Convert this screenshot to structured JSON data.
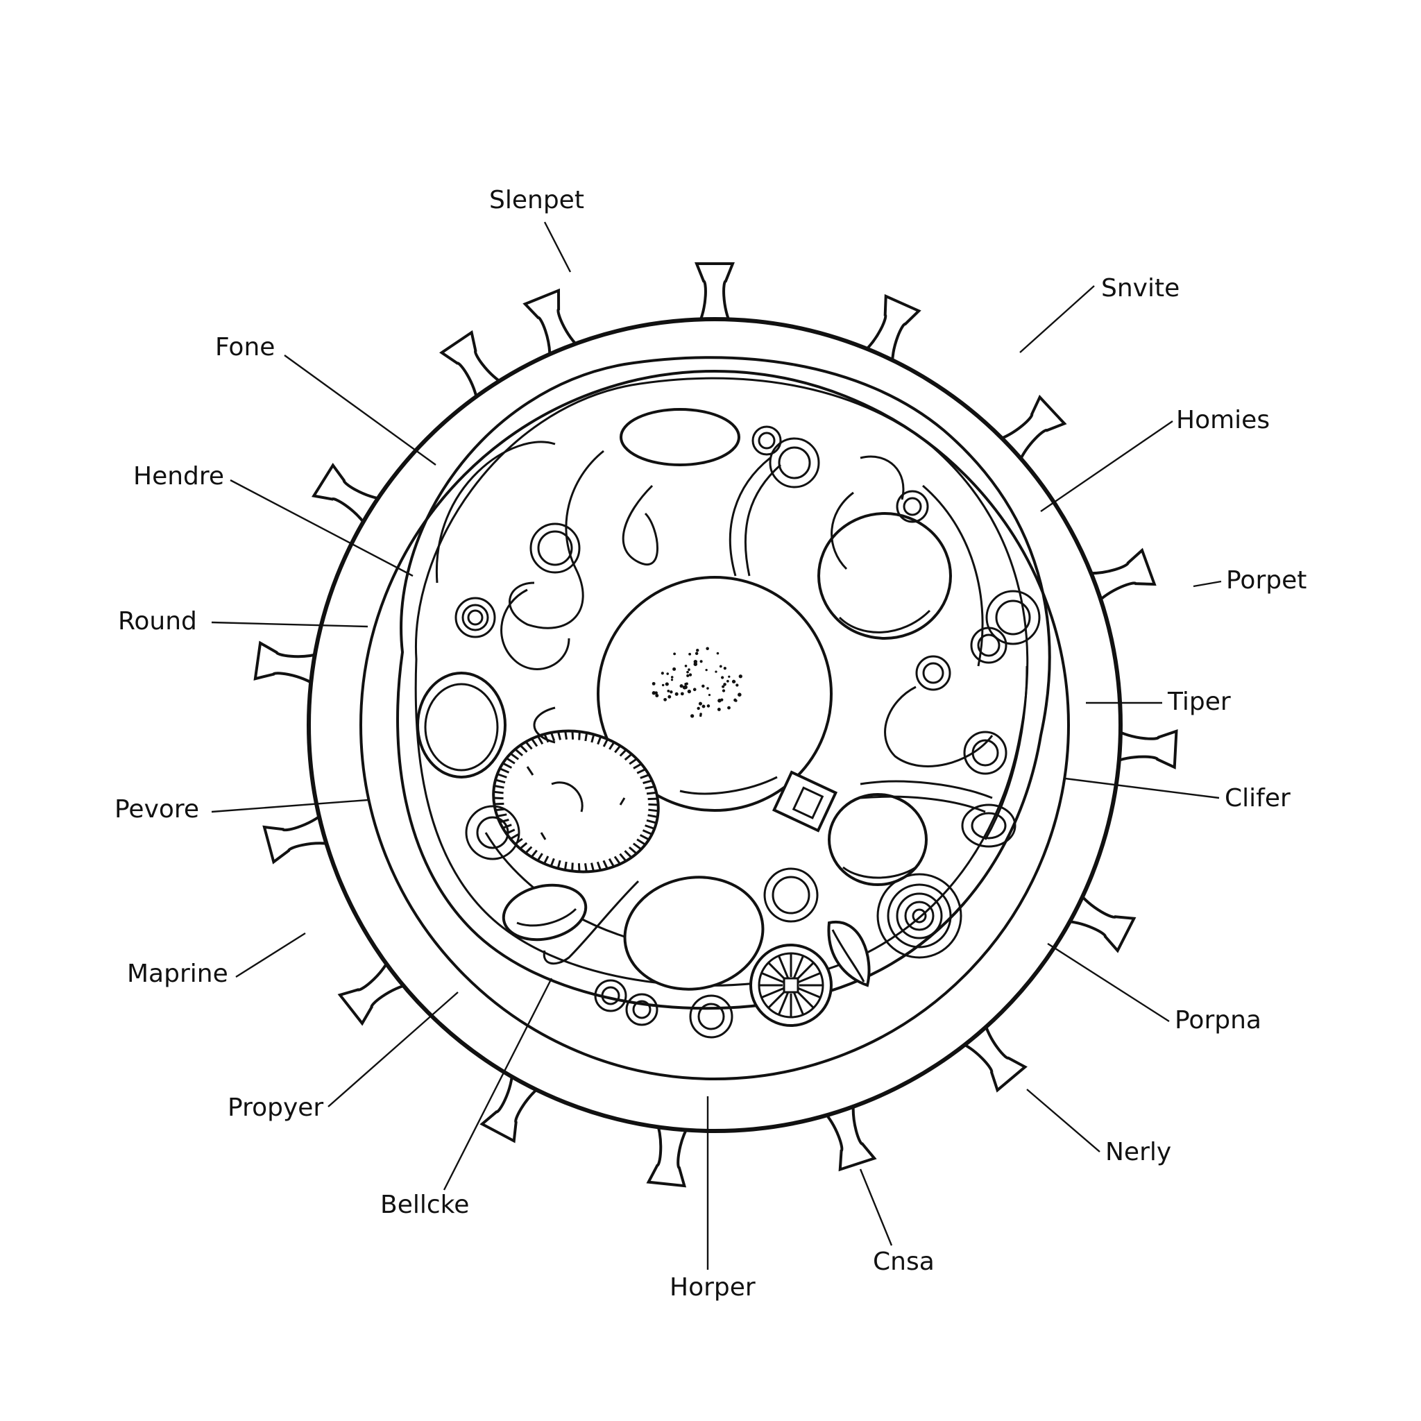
{
  "labels": {
    "slenpet": "Slenpet",
    "snvite": "Snvite",
    "fone": "Fone",
    "homies": "Homies",
    "hendre": "Hendre",
    "porpet": "Porpet",
    "round": "Round",
    "tiper": "Tiper",
    "pevore": "Pevore",
    "clifer": "Clifer",
    "maprine": "Maprine",
    "porpna": "Porpna",
    "propyer": "Propyer",
    "nerly": "Nerly",
    "bellcke": "Bellcke",
    "cnsa": "Cnsa",
    "horper": "Horper"
  },
  "colors": {
    "ink": "#111111",
    "paper": "#ffffff"
  }
}
